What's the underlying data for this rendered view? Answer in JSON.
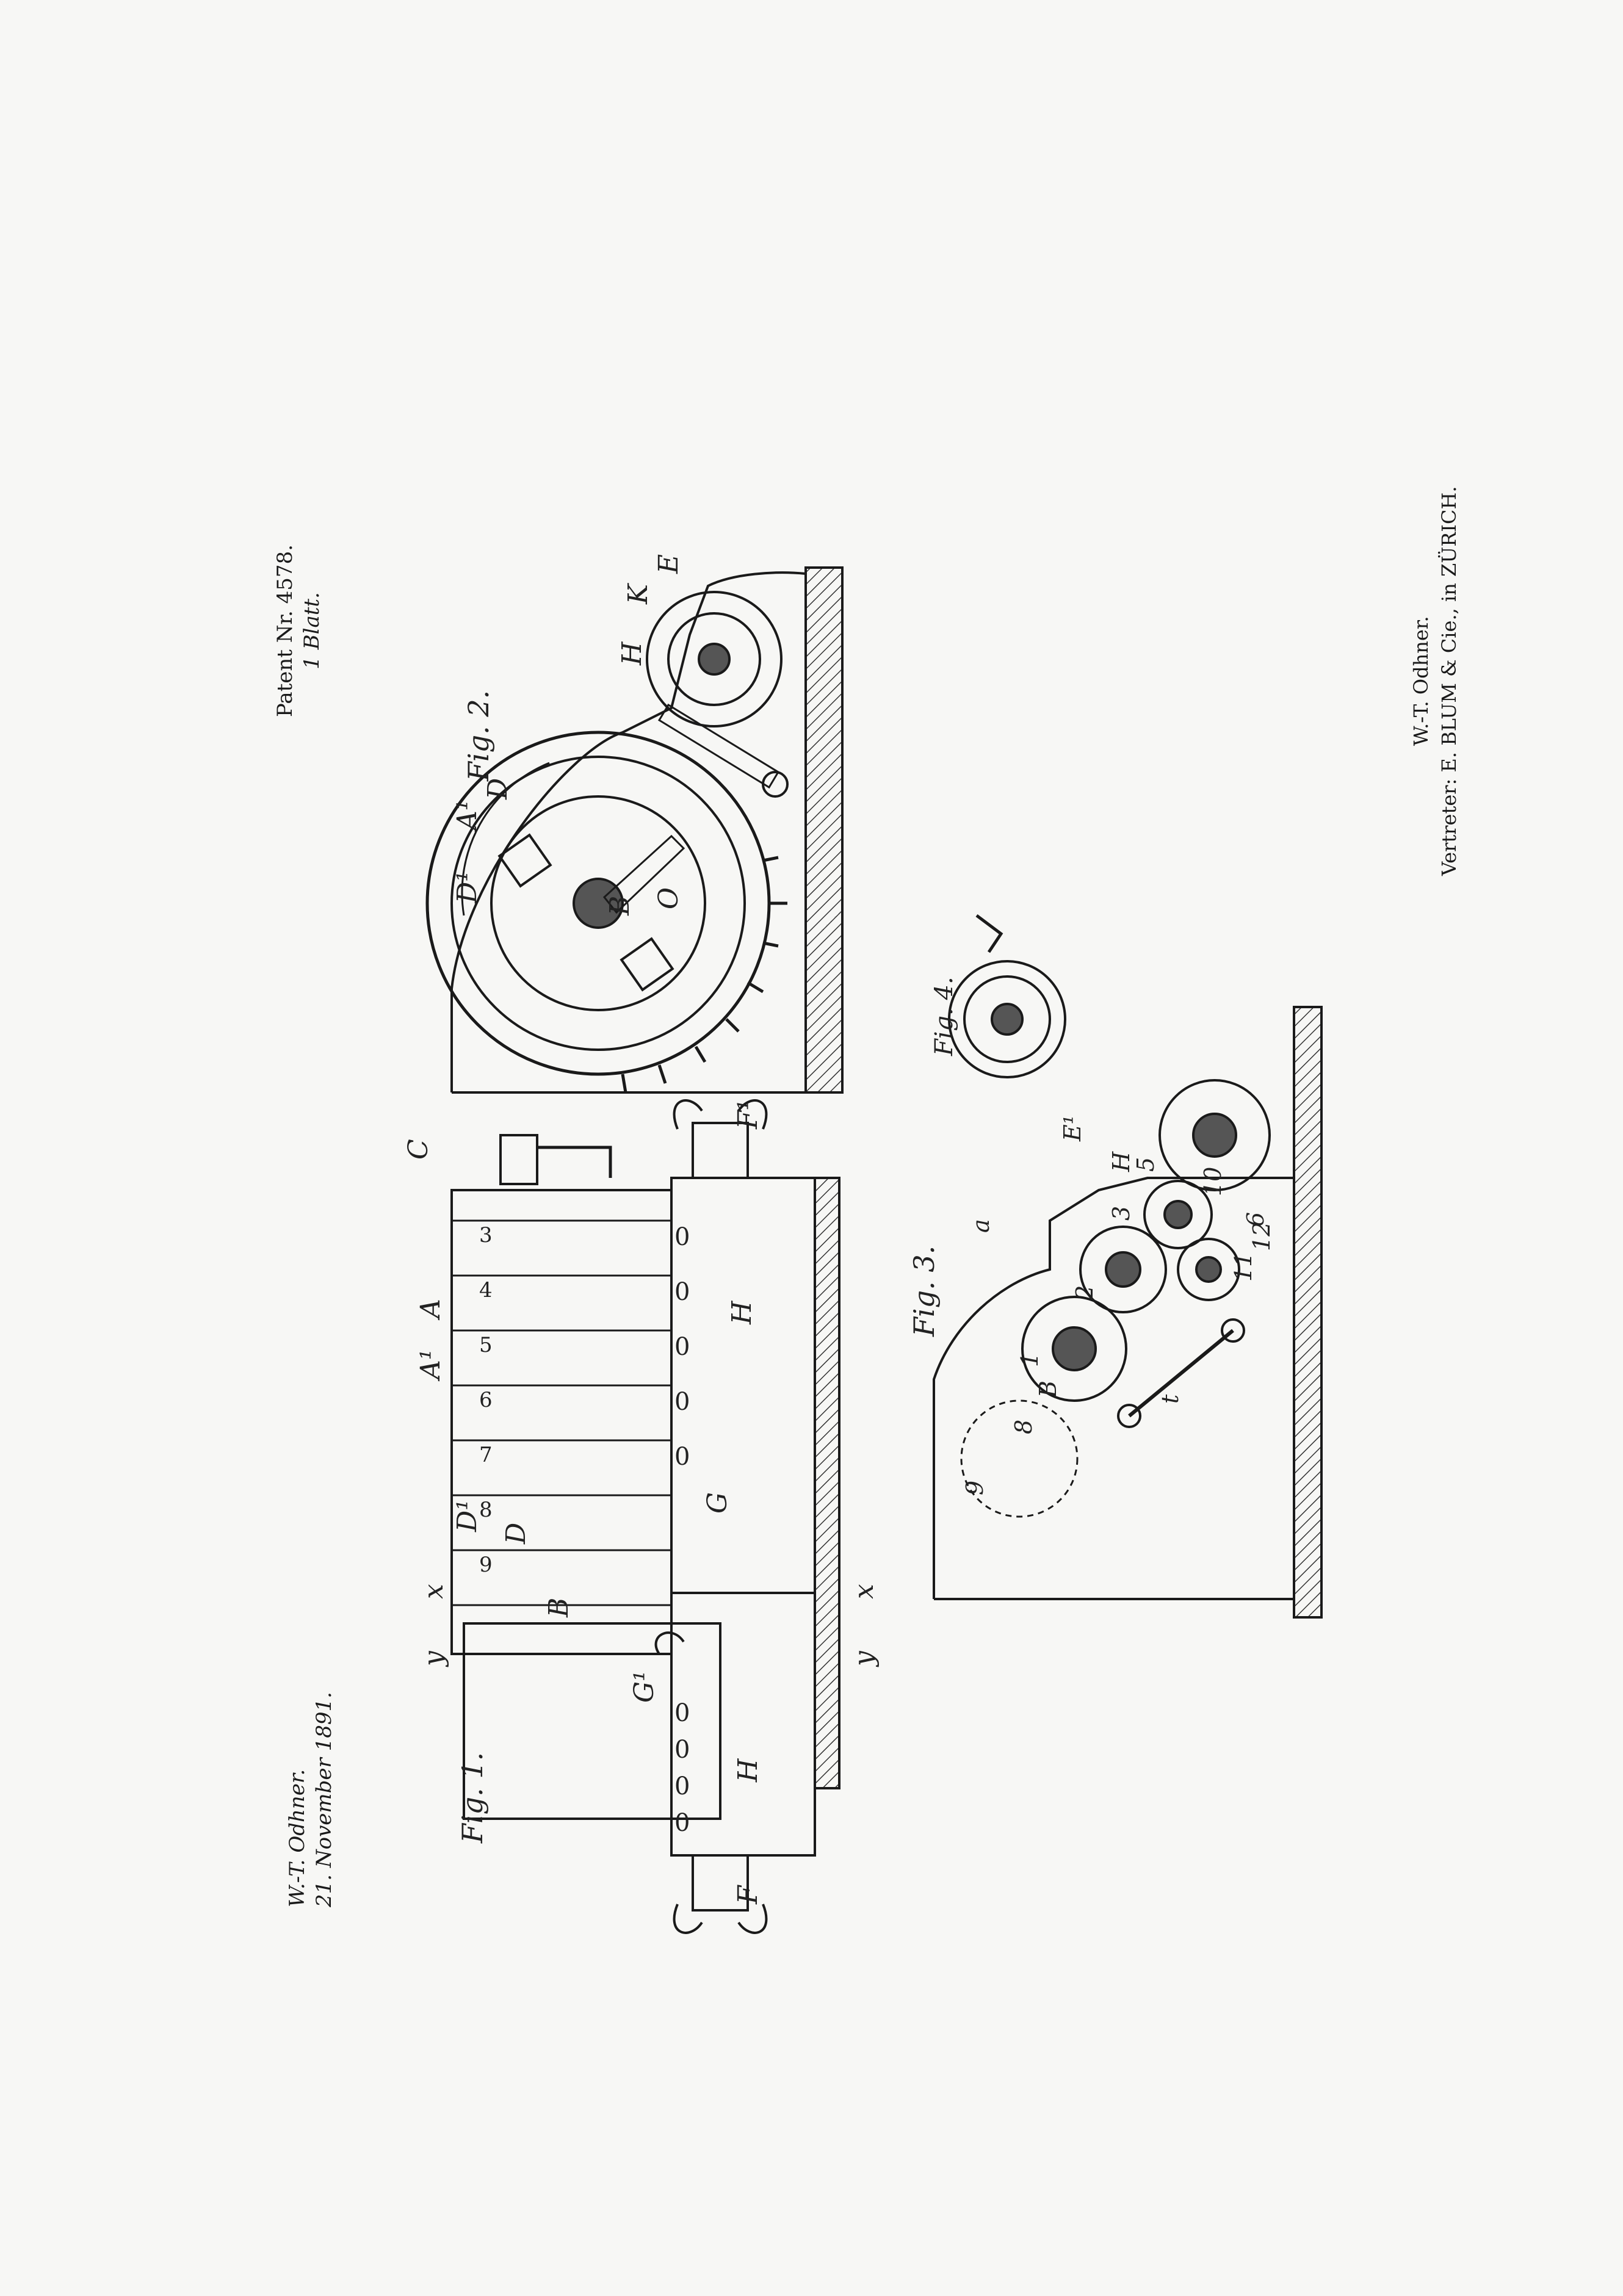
{
  "header_right": {
    "patent": "Patent Nr. 4578.",
    "sheet": "1 Blatt."
  },
  "header_left": {
    "inventor": "W.-T. Odhner.",
    "date": "21. November 1891."
  },
  "signature": {
    "name": "W.-T. Odhner.",
    "agent": "Vertreter: E. BLUM & Cie., in ZÜRICH."
  },
  "figures": {
    "fig1": "Fig. 1.",
    "fig2": "Fig. 2.",
    "fig3": "Fig. 3.",
    "fig4": "Fig. 4."
  },
  "fig1_labels": {
    "H": "H",
    "G": "G",
    "G1": "G¹",
    "B": "B",
    "D": "D",
    "D1": "D¹",
    "A": "A",
    "A1": "A¹",
    "C": "C",
    "x": "x",
    "y": "y",
    "F": "F",
    "F1": "F¹"
  },
  "fig1_digits": [
    "3",
    "4",
    "5",
    "6",
    "7",
    "8",
    "9"
  ],
  "fig1_result_digits": [
    "0",
    "0",
    "0",
    "0",
    "0"
  ],
  "fig1_counter_digits": [
    "0",
    "0",
    "0",
    "0"
  ],
  "fig2_labels": {
    "B": "B",
    "O": "O",
    "D": "D",
    "D1": "D¹",
    "A1": "A¹",
    "K": "K",
    "E": "E",
    "H": "H"
  },
  "fig3_labels": {
    "a": "a",
    "B": "B",
    "n1": "1",
    "n2": "2",
    "n3": "3",
    "n5": "5",
    "n6": "6",
    "n8": "8",
    "n9": "9",
    "n10": "10",
    "n11": "11",
    "n12": "12",
    "E1": "E¹",
    "H": "H",
    "t": "t"
  }
}
